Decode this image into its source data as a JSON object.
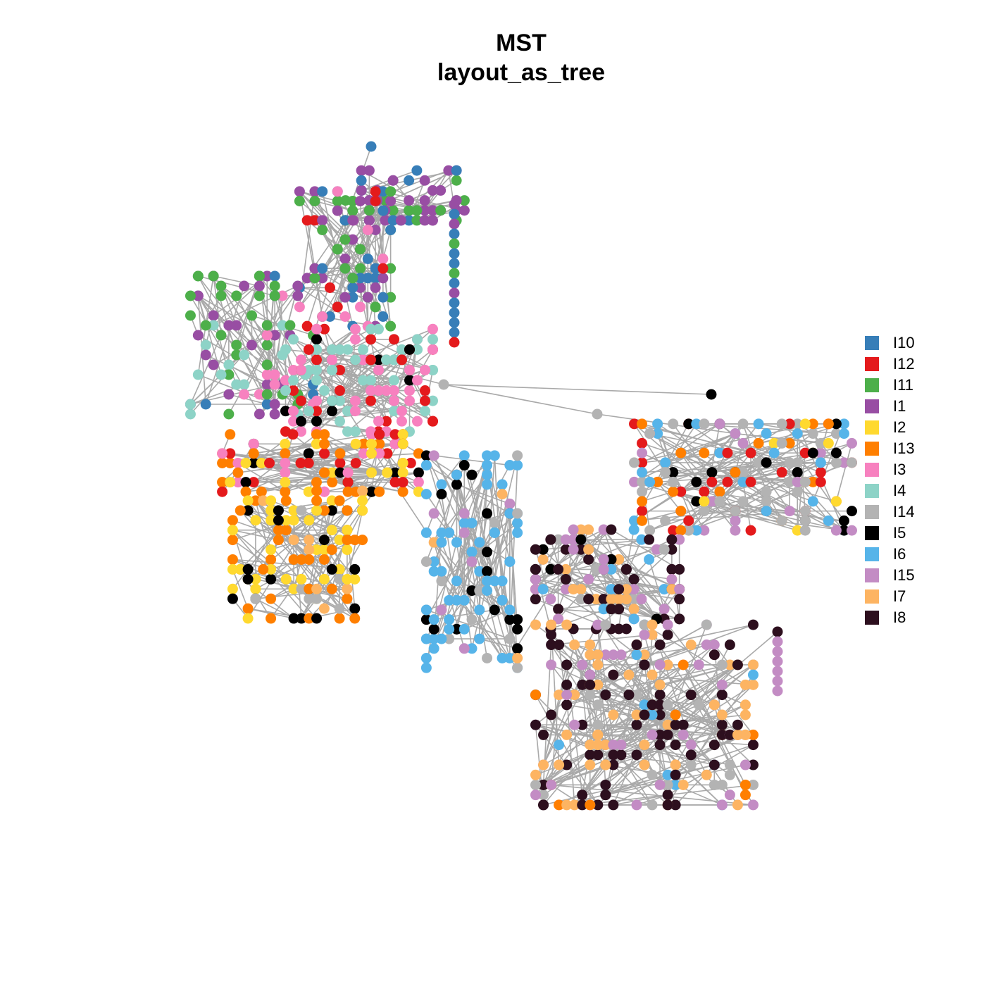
{
  "title": "MST",
  "subtitle": "layout_as_tree",
  "edge_color": "#a9a9a9",
  "legend": [
    {
      "label": "I10",
      "color": "#377eb8"
    },
    {
      "label": "I12",
      "color": "#e41a1c"
    },
    {
      "label": "I11",
      "color": "#4daf4a"
    },
    {
      "label": "I1",
      "color": "#984ea3"
    },
    {
      "label": "I2",
      "color": "#ffd92f"
    },
    {
      "label": "I13",
      "color": "#ff7f00"
    },
    {
      "label": "I3",
      "color": "#f781bf"
    },
    {
      "label": "I4",
      "color": "#8dd3c7"
    },
    {
      "label": "I14",
      "color": "#b3b3b3"
    },
    {
      "label": "I5",
      "color": "#000000"
    },
    {
      "label": "I6",
      "color": "#56b4e9"
    },
    {
      "label": "I15",
      "color": "#c38cc4"
    },
    {
      "label": "I7",
      "color": "#fdb462"
    },
    {
      "label": "I8",
      "color": "#2d0f1e"
    }
  ]
}
